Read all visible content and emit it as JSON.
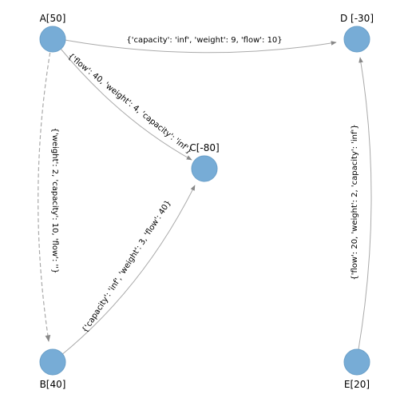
{
  "graph": {
    "node_color": "#77acd6",
    "edge_color": "#aaaaaa",
    "nodes": {
      "A": {
        "label": "A[50]"
      },
      "B": {
        "label": "B[40]"
      },
      "C": {
        "label": "C[-80]"
      },
      "D": {
        "label": "D [-30]"
      },
      "E": {
        "label": "E[20]"
      }
    },
    "edges": [
      {
        "from": "A",
        "to": "D",
        "label": "{'capacity': 'inf', 'weight': 9, 'flow': 10}"
      },
      {
        "from": "A",
        "to": "C",
        "label": "{'flow': 40, 'weight': 4, 'capacity': 'inf'}"
      },
      {
        "from": "A",
        "to": "B",
        "label": "{'weight': 2, 'capacity': 10, 'flow': ''}"
      },
      {
        "from": "B",
        "to": "C",
        "label": "{'capacity': 'inf', 'weight': 3, 'flow': 40}"
      },
      {
        "from": "E",
        "to": "D",
        "label": "{'flow': 20, 'weight': 2, 'capacity': 'inf'}"
      }
    ]
  }
}
